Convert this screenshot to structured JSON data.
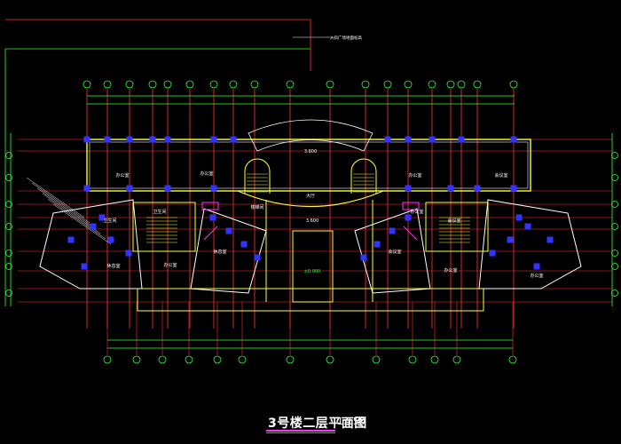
{
  "drawing": {
    "title": "3号楼二层平面图",
    "scale": "1:150",
    "site_note": "入口广场地面标高",
    "colors": {
      "background": "#000000",
      "grid_axis": "#ff3333",
      "walls": "#ffff33",
      "dimension": "#33ff33",
      "columns": "#3333ff",
      "annotation": "#ffffff",
      "highlight": "#ff33ff"
    },
    "room_labels": [
      "办公室",
      "办公室",
      "楼梯间",
      "大厅",
      "办公室",
      "会议室",
      "卫生间",
      "休息室",
      "办公室",
      "卫生间",
      "休息室",
      "办公室",
      "会议室",
      "办公室",
      "办公室",
      "会议室"
    ],
    "elevations": [
      "±0.000",
      "3.600",
      "3.600"
    ]
  }
}
